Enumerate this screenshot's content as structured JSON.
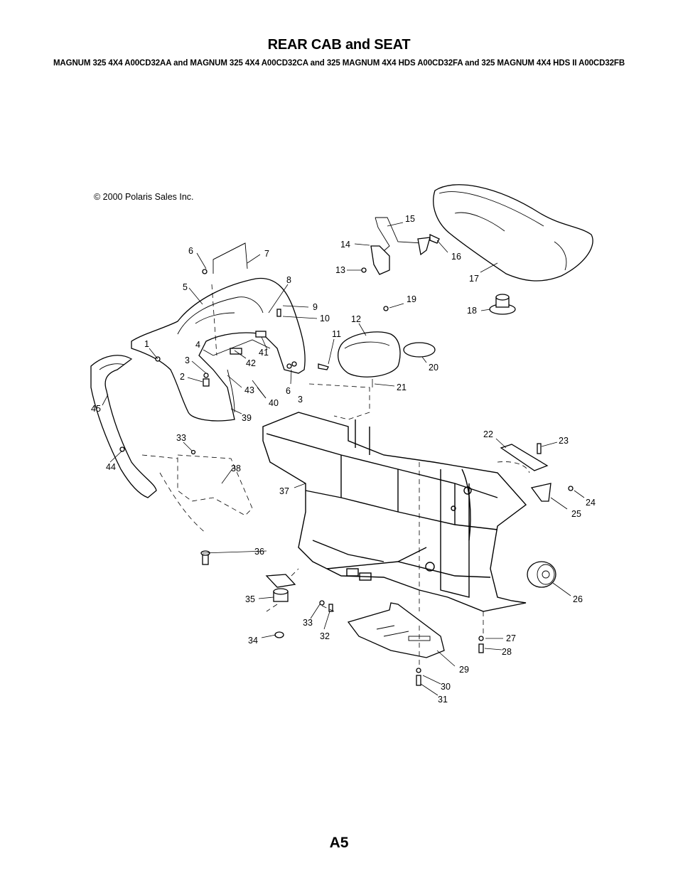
{
  "header": {
    "title": "REAR CAB and SEAT",
    "subtitle": "MAGNUM 325 4X4 A00CD32AA and MAGNUM 325 4X4 A00CD32CA and 325 MAGNUM 4X4 HDS A00CD32FA and 325 MAGNUM 4X4 HDS II A00CD32FB"
  },
  "copyright": "© 2000 Polaris Sales Inc.",
  "page_number": "A5",
  "callouts": [
    "1",
    "2",
    "3",
    "4",
    "5",
    "6",
    "7",
    "8",
    "9",
    "10",
    "11",
    "12",
    "13",
    "14",
    "15",
    "16",
    "17",
    "18",
    "19",
    "20",
    "21",
    "22",
    "23",
    "24",
    "25",
    "26",
    "27",
    "28",
    "29",
    "30",
    "31",
    "32",
    "33",
    "34",
    "35",
    "36",
    "37",
    "38",
    "39",
    "40",
    "41",
    "42",
    "43",
    "44",
    "45",
    "3",
    "6",
    "33"
  ]
}
